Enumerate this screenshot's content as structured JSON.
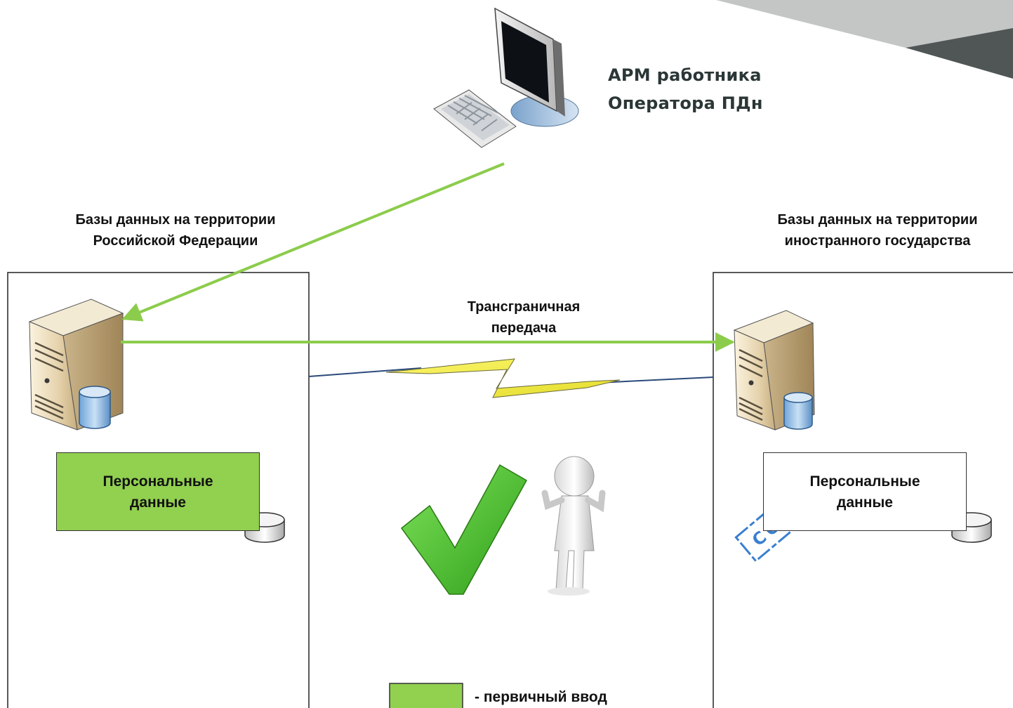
{
  "workstation": {
    "icon": "computer-workstation-icon",
    "label_lines": [
      "АРМ работника",
      "Оператора ПДн"
    ]
  },
  "zones": {
    "russia": {
      "title_lines": [
        "Базы данных на территории",
        "Российской Федерации"
      ],
      "server_icon": "database-server-icon",
      "pd_box_lines": [
        "Персональные",
        "данные"
      ],
      "pd_box_color": "#92d050"
    },
    "foreign": {
      "title_lines": [
        "Базы данных на территории",
        "иностранного государства"
      ],
      "server_icon": "database-server-icon",
      "pd_box_lines": [
        "Персональные",
        "данные"
      ],
      "pd_box_color": "#ffffff",
      "stamp_text": "COPY",
      "stamp_color": "#3a7fd0"
    }
  },
  "transfer": {
    "label_lines": [
      "Трансграничная",
      "передача"
    ],
    "arrow_color": "#8ccc4c",
    "bolt_color": "#f0ef3c"
  },
  "approval": {
    "icons": [
      "green-checkmark-icon",
      "thumbs-up-figure-icon"
    ]
  },
  "legend": {
    "swatch_color": "#92d050",
    "text": "- первичный ввод"
  },
  "decoration": {
    "corner_colors": [
      "#bfc1c1",
      "#4f5554"
    ]
  }
}
